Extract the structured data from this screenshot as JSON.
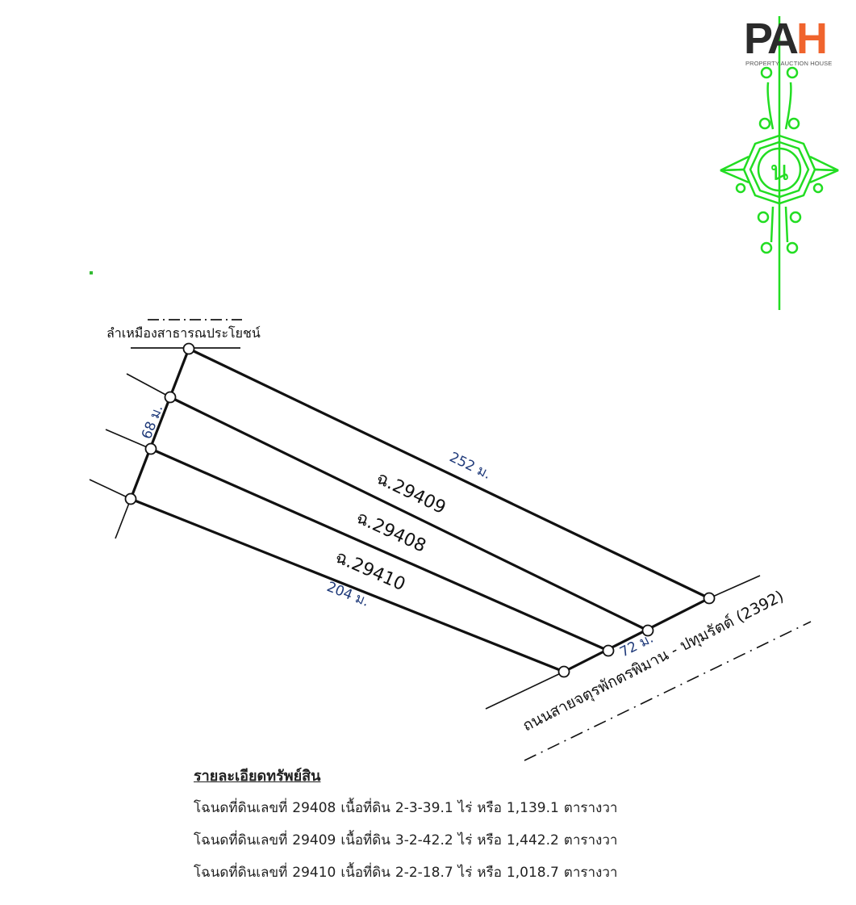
{
  "logo": {
    "letters": [
      "P",
      "A",
      "H"
    ],
    "tagline": "PROPERTY AUCTION HOUSE",
    "colors": {
      "dark": "#2b2b2b",
      "accent": "#f0642d"
    }
  },
  "north_arrow": {
    "symbol": "น",
    "color": "#22dd22"
  },
  "plan": {
    "canal_label": "ลำเหมืองสาธารณประโยชน์",
    "road_label": "ถนนสายจตุรพักตรพิมาน - ปทุมรัตต์ (2392)",
    "parcels": [
      {
        "label": "ฉ.29409"
      },
      {
        "label": "ฉ.29408"
      },
      {
        "label": "ฉ.29410"
      }
    ],
    "dimensions": {
      "top": "252 ม.",
      "bottom": "204 ม.",
      "left": "68 ม.",
      "front": "72 ม."
    },
    "colors": {
      "line": "#111111",
      "dimension": "#1f3a7a"
    }
  },
  "details": {
    "title": "รายละเอียดทรัพย์สิน",
    "rows": [
      {
        "prefix": "โฉนดที่ดินเลขที่",
        "deed": "29408",
        "area_label": "เนื้อที่ดิน",
        "rai": "2-3-39.1",
        "unit1": "ไร่",
        "or": "หรือ",
        "sqwah": "1,139.1",
        "unit2": "ตารางวา"
      },
      {
        "prefix": "โฉนดที่ดินเลขที่",
        "deed": "29409",
        "area_label": "เนื้อที่ดิน",
        "rai": "3-2-42.2",
        "unit1": "ไร่",
        "or": "หรือ",
        "sqwah": "1,442.2",
        "unit2": "ตารางวา"
      },
      {
        "prefix": "โฉนดที่ดินเลขที่",
        "deed": "29410",
        "area_label": "เนื้อที่ดิน",
        "rai": "2-2-18.7",
        "unit1": "ไร่",
        "or": "หรือ",
        "sqwah": "1,018.7",
        "unit2": "ตารางวา"
      }
    ]
  }
}
